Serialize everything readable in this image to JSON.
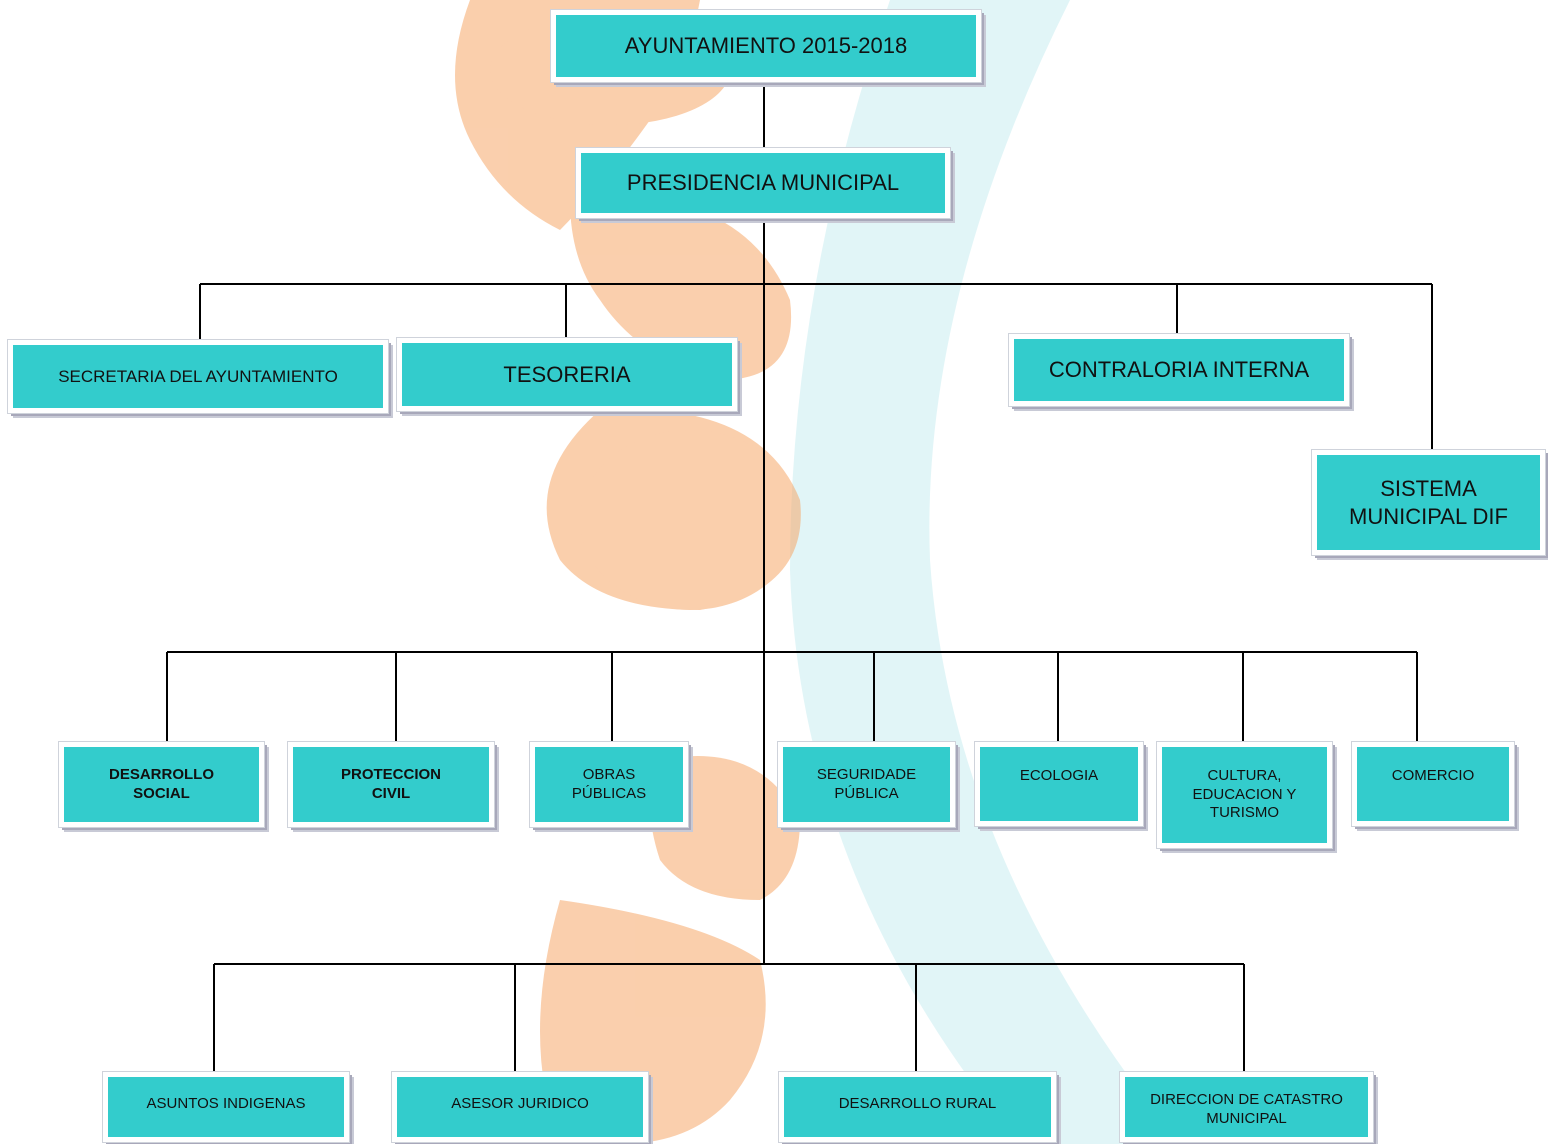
{
  "colors": {
    "box_fill": "#33cccc",
    "connector": "#000000",
    "watermark_hands": "#f6a86a",
    "watermark_arc": "#d9f3f5"
  },
  "orgchart": {
    "top": "AYUNTAMIENTO 2015-2018",
    "presidency": "PRESIDENCIA MUNICIPAL",
    "level_one": [
      "SECRETARIA DEL AYUNTAMIENTO",
      "TESORERIA",
      "CONTRALORIA INTERNA",
      "SISTEMA MUNICIPAL DIF"
    ],
    "level_two": [
      "DESARROLLO SOCIAL",
      "PROTECCION CIVIL",
      "OBRAS PÚBLICAS",
      "SEGURIDADE PÚBLICA",
      "ECOLOGIA",
      "CULTURA, EDUCACION Y TURISMO",
      "COMERCIO"
    ],
    "level_three": [
      "ASUNTOS INDIGENAS",
      "ASESOR JURIDICO",
      "DESARROLLO RURAL",
      "DIRECCION DE CATASTRO MUNICIPAL"
    ]
  }
}
